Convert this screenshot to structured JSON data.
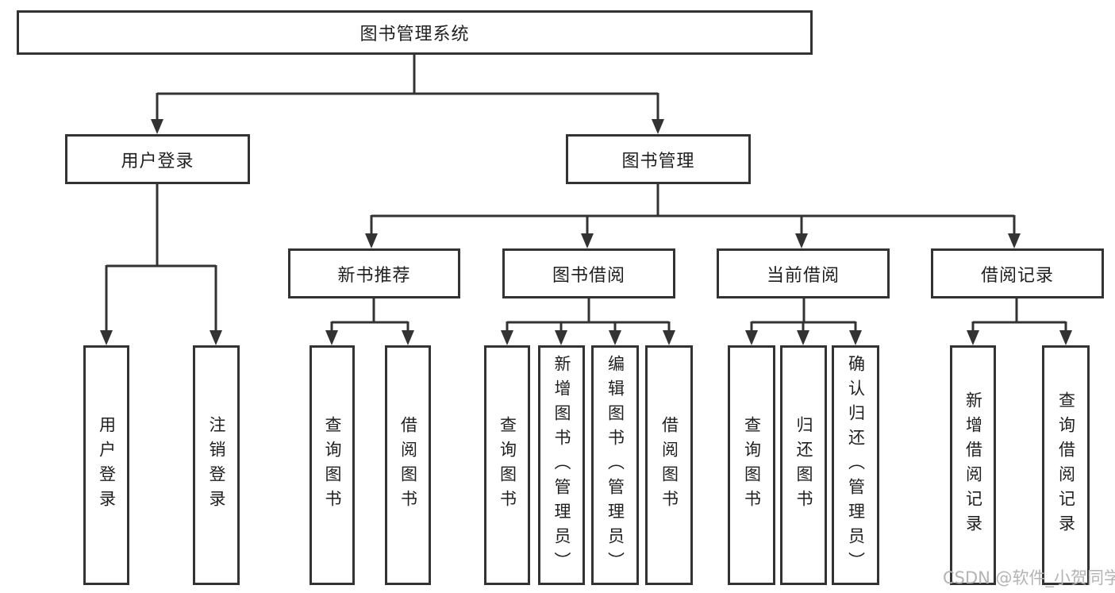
{
  "diagram": {
    "title_node": {
      "label": "图书管理系统"
    },
    "level2": [
      {
        "label": "用户登录"
      },
      {
        "label": "图书管理"
      }
    ],
    "level3": [
      {
        "label": "新书推荐"
      },
      {
        "label": "图书借阅"
      },
      {
        "label": "当前借阅"
      },
      {
        "label": "借阅记录"
      }
    ],
    "leaves": [
      {
        "label": "用户登录",
        "parent": "用户登录"
      },
      {
        "label": "注销登录",
        "parent": "用户登录"
      },
      {
        "label": "查询图书",
        "parent": "新书推荐"
      },
      {
        "label": "借阅图书",
        "parent": "新书推荐"
      },
      {
        "label": "查询图书",
        "parent": "图书借阅"
      },
      {
        "label": "新增图书（管理员）",
        "parent": "图书借阅"
      },
      {
        "label": "编辑图书（管理员）",
        "parent": "图书借阅"
      },
      {
        "label": "借阅图书",
        "parent": "图书借阅"
      },
      {
        "label": "查询图书",
        "parent": "当前借阅"
      },
      {
        "label": "归还图书",
        "parent": "当前借阅"
      },
      {
        "label": "确认归还（管理员）",
        "parent": "当前借阅"
      },
      {
        "label": "新增借阅记录",
        "parent": "借阅记录"
      },
      {
        "label": "查询借阅记录",
        "parent": "借阅记录"
      }
    ],
    "watermark": "CSDN @软件_小贺同学",
    "colors": {
      "line": "#333333",
      "box_border": "#333333",
      "text": "#1f1f1f",
      "watermark": "#b4b4b4",
      "background": "#ffffff"
    }
  }
}
